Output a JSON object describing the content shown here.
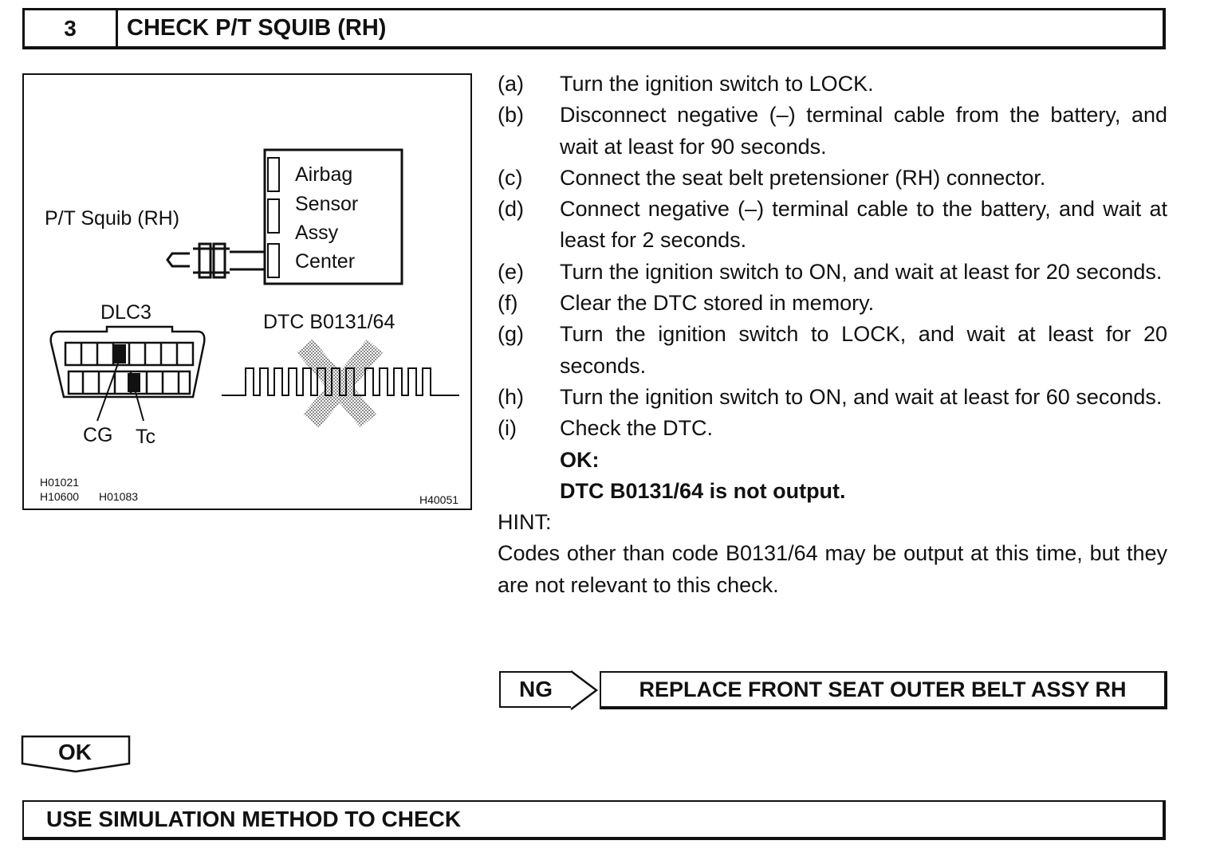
{
  "header": {
    "step_number": "3",
    "title": "CHECK P/T SQUIB (RH)"
  },
  "figure": {
    "airbag_sensor_lines": [
      "Airbag",
      "Sensor",
      "Assy",
      "Center"
    ],
    "squib_label": "P/T Squib (RH)",
    "dlc_label": "DLC3",
    "dtc_label": "DTC B0131/64",
    "pin_cg": "CG",
    "pin_tc": "Tc",
    "code_h01021": "H01021",
    "code_h10600": "H10600",
    "code_h01083": "H01083",
    "code_h40051": "H40051"
  },
  "steps": [
    {
      "letter": "(a)",
      "text": "Turn the ignition switch to LOCK."
    },
    {
      "letter": "(b)",
      "text": "Disconnect negative (–) terminal cable from the battery, and wait at least for 90 seconds."
    },
    {
      "letter": "(c)",
      "text": "Connect the seat belt pretensioner (RH) connector."
    },
    {
      "letter": "(d)",
      "text": "Connect negative (–) terminal cable to the battery, and wait at least for 2 seconds."
    },
    {
      "letter": "(e)",
      "text": "Turn the ignition switch to ON, and wait at least for 20 seconds."
    },
    {
      "letter": "(f)",
      "text": "Clear the DTC stored in memory."
    },
    {
      "letter": "(g)",
      "text": "Turn the ignition switch to LOCK, and wait at least for 20 seconds."
    },
    {
      "letter": "(h)",
      "text": "Turn the ignition switch to ON, and wait at least for 60 seconds."
    },
    {
      "letter": "(i)",
      "text": "Check the DTC."
    }
  ],
  "ok_condition": {
    "label": "OK:",
    "text": "DTC B0131/64 is not output."
  },
  "hint": {
    "label": "HINT:",
    "text": "Codes other than code B0131/64 may be output at this time, but they are not relevant to this check."
  },
  "ng_branch": {
    "label": "NG",
    "action": "REPLACE FRONT SEAT OUTER BELT ASSY RH"
  },
  "ok_branch": {
    "label": "OK"
  },
  "next_step": {
    "title": "USE SIMULATION METHOD TO CHECK"
  }
}
